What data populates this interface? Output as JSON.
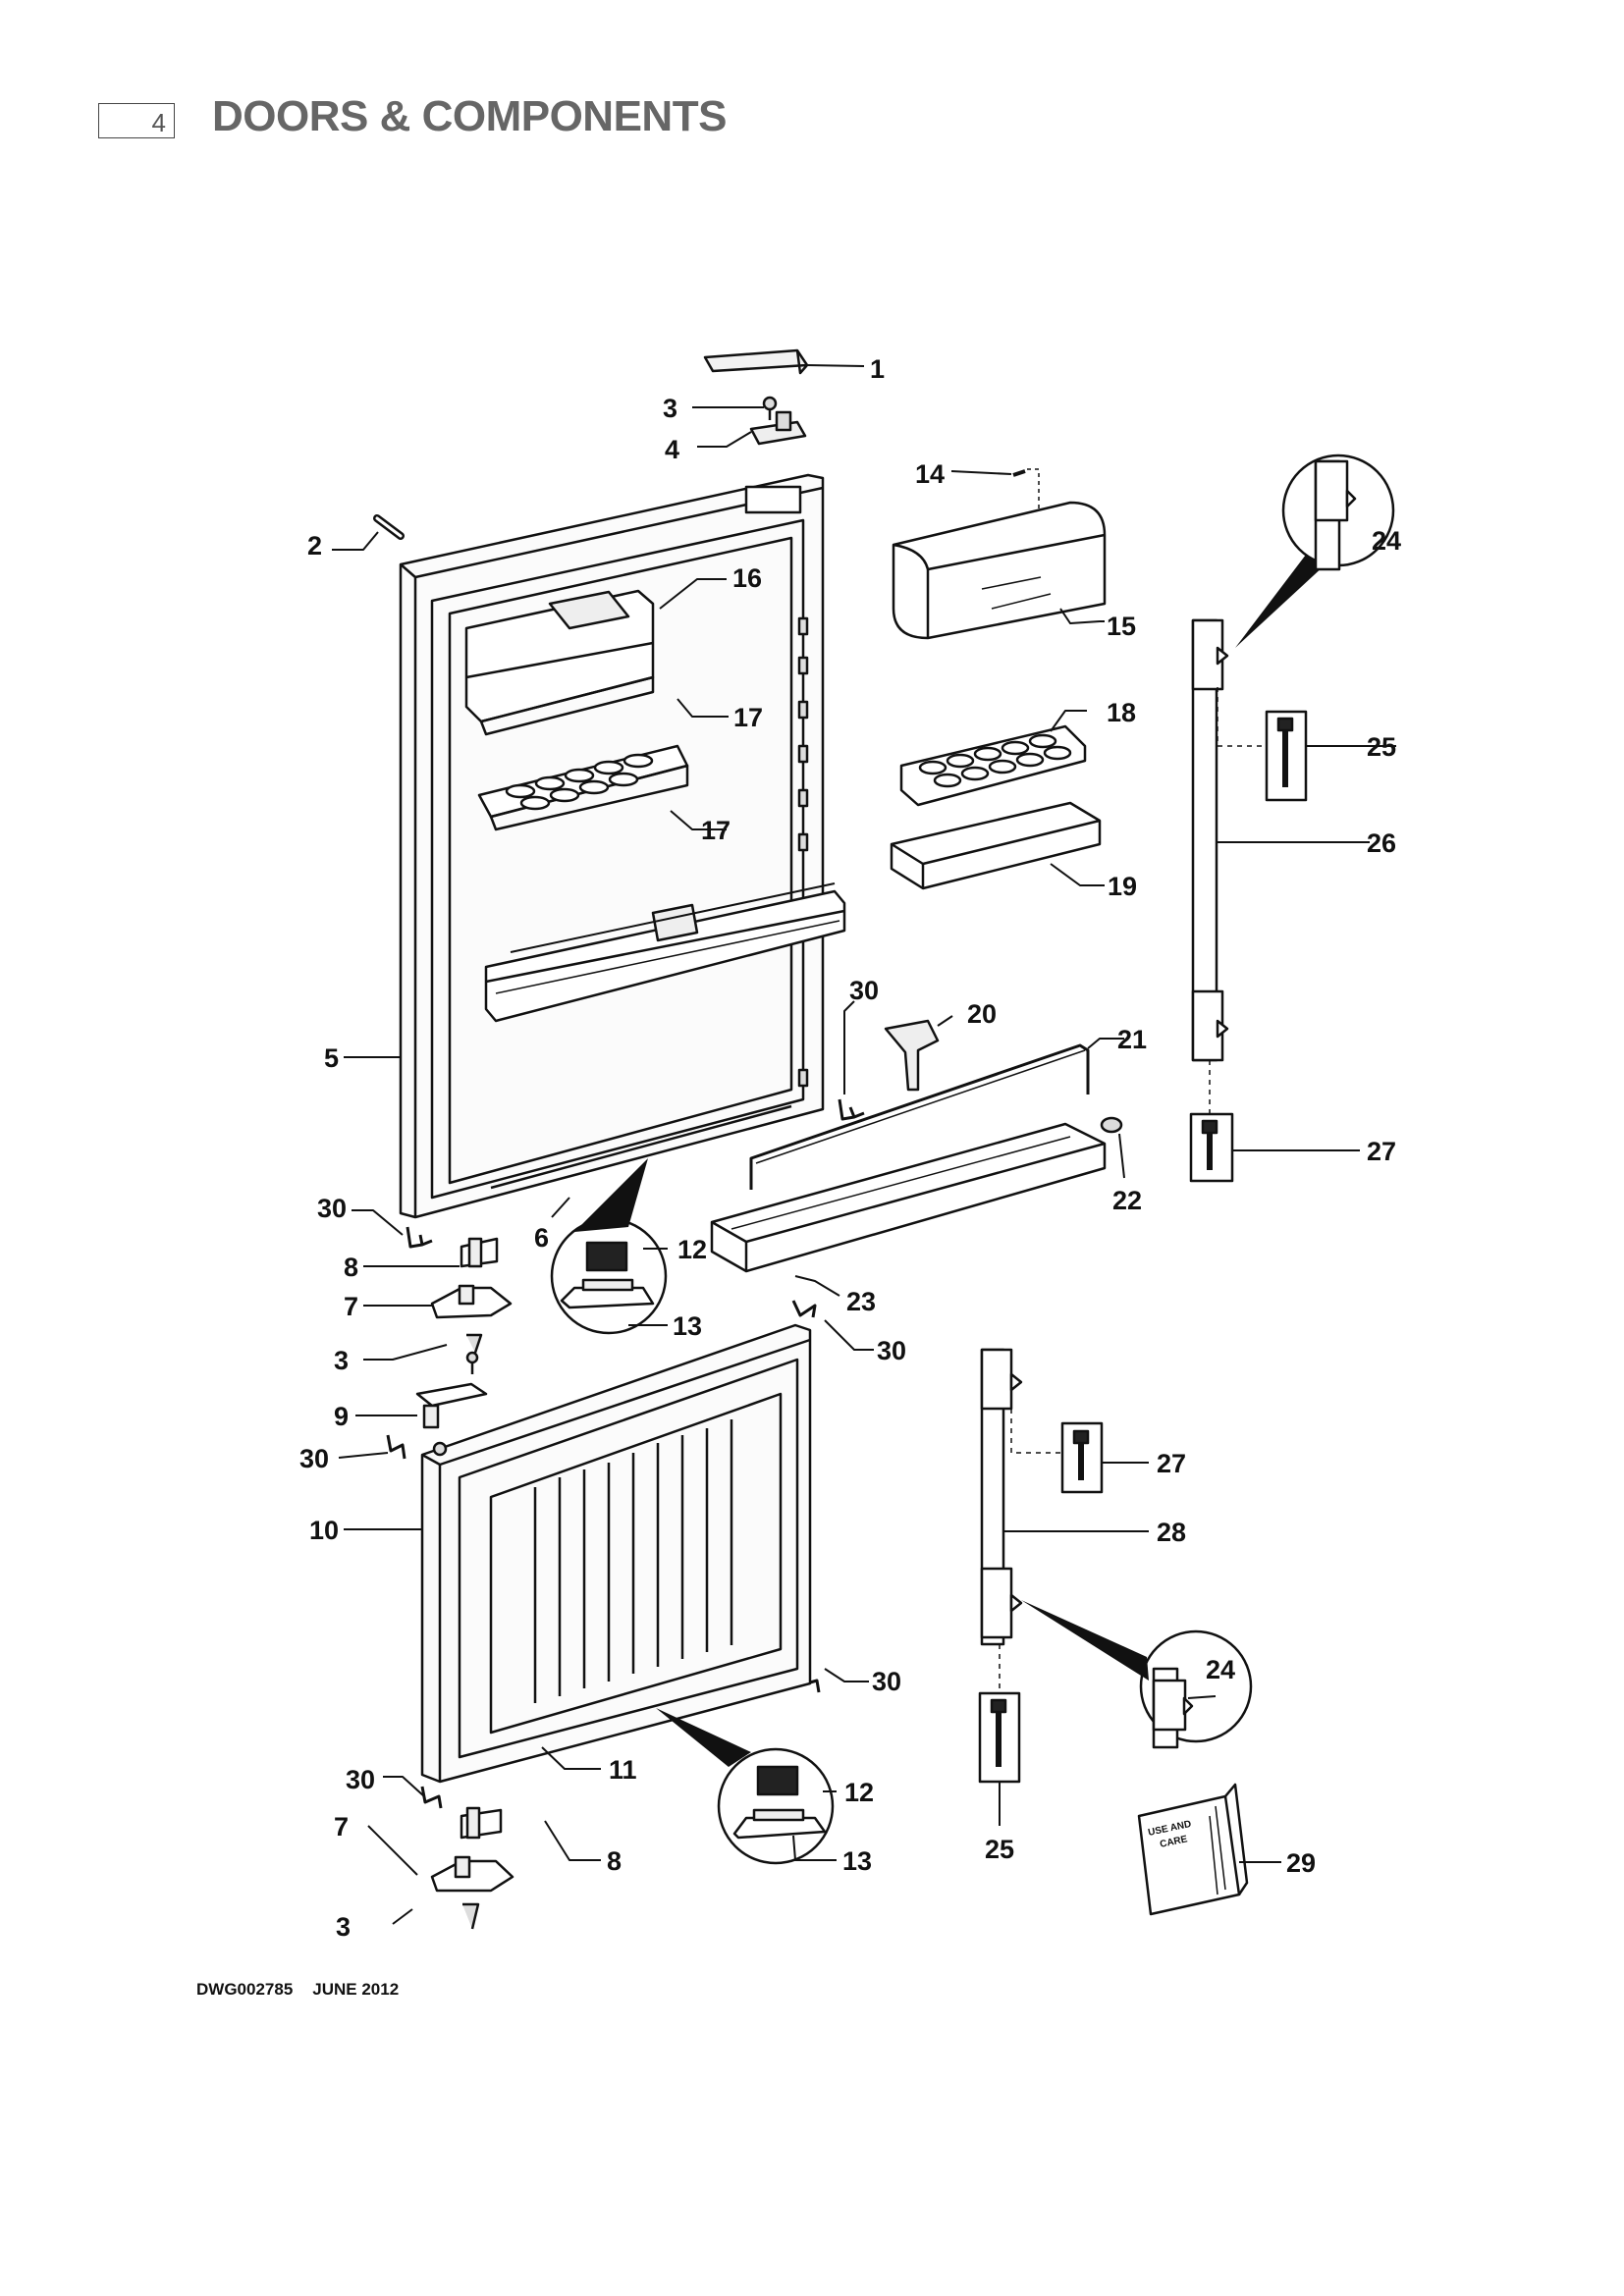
{
  "header": {
    "page_number": "4",
    "title": "DOORS & COMPONENTS"
  },
  "footer": {
    "drawing_number": "DWG002785",
    "date": "JUNE 2012"
  },
  "booklet_label": [
    "USE AND",
    "CARE"
  ],
  "callouts": {
    "c1": "1",
    "c2": "2",
    "c3a": "3",
    "c3b": "3",
    "c3c": "3",
    "c4": "4",
    "c5": "5",
    "c6": "6",
    "c7a": "7",
    "c7b": "7",
    "c8a": "8",
    "c8b": "8",
    "c9": "9",
    "c10": "10",
    "c11": "11",
    "c12a": "12",
    "c12b": "12",
    "c13a": "13",
    "c13b": "13",
    "c14": "14",
    "c15": "15",
    "c16": "16",
    "c17a": "17",
    "c17b": "17",
    "c18": "18",
    "c19": "19",
    "c20": "20",
    "c21": "21",
    "c22": "22",
    "c23": "23",
    "c24a": "24",
    "c24b": "24",
    "c25a": "25",
    "c25b": "25",
    "c26": "26",
    "c27a": "27",
    "c27b": "27",
    "c28": "28",
    "c29": "29",
    "c30a": "30",
    "c30b": "30",
    "c30c": "30",
    "c30d": "30",
    "c30e": "30",
    "c30f": "30"
  }
}
